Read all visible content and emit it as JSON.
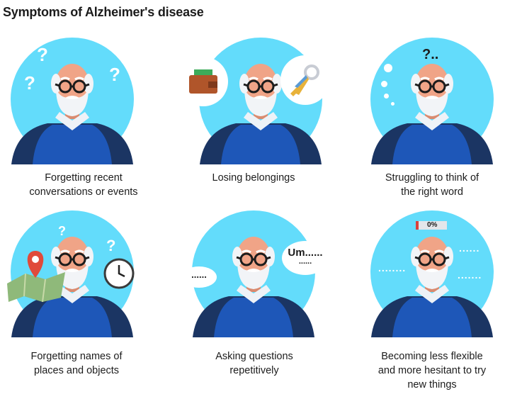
{
  "title": "Symptoms of Alzheimer's disease",
  "colors": {
    "circle": "#63dcfb",
    "sweater": "#1e57b8",
    "navy": "#1b3563",
    "skin": "#f0a487",
    "hair": "#f2f4f7"
  },
  "panels": [
    {
      "caption_line1": "Forgetting recent",
      "caption_line2": "conversations or events",
      "marks": [
        "?",
        "?",
        "?"
      ]
    },
    {
      "caption_line1": "Losing belongings",
      "caption_line2": "",
      "icons": [
        "wallet-icon",
        "keys-icon"
      ]
    },
    {
      "caption_line1": "Struggling to think of",
      "caption_line2": "the right word",
      "marks": [
        "?.."
      ]
    },
    {
      "caption_line1": "Forgetting names of",
      "caption_line2": "places and objects",
      "marks": [
        "?",
        "?"
      ],
      "icons": [
        "map-pin-icon",
        "clock-icon"
      ]
    },
    {
      "caption_line1": "Asking questions",
      "caption_line2": "repetitively",
      "speech": [
        "......",
        "Um......",
        "......"
      ]
    },
    {
      "caption_line1": "Becoming less flexible",
      "caption_line2": "and more hesitant to try",
      "caption_line3": "new things",
      "progress_label": "0%",
      "progress": 0,
      "dots": [
        "......",
        "........",
        "......."
      ]
    }
  ]
}
